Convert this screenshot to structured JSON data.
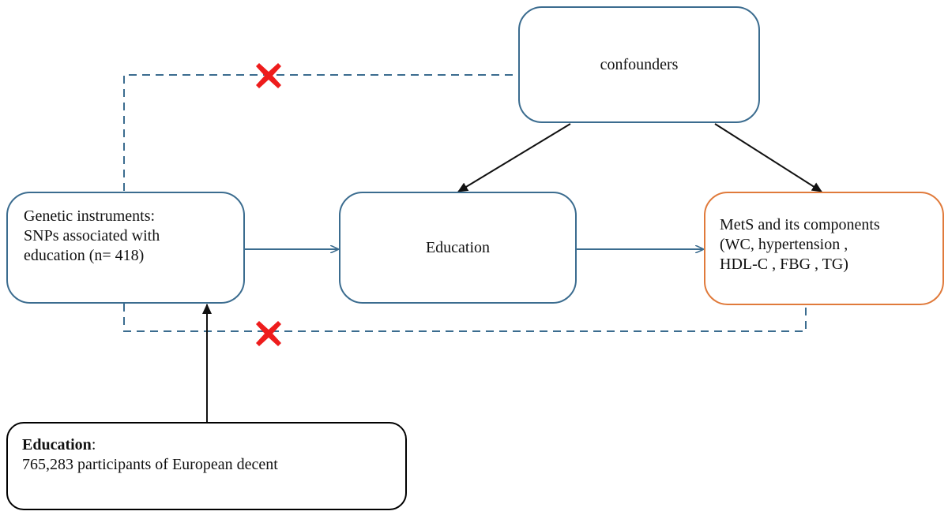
{
  "confounders": {
    "label": "confounders"
  },
  "instruments": {
    "line1": "Genetic instruments:",
    "line2": "SNPs associated with",
    "line3": "education (n= 418)"
  },
  "exposure": {
    "label": "Education"
  },
  "outcome": {
    "line1": "MetS and its components",
    "line2": "(WC, hypertension ,",
    "line3": "HDL-C , FBG , TG)"
  },
  "source": {
    "title": "Education",
    "title_suffix": ":",
    "detail": "765,283 participants of European decent"
  },
  "colors": {
    "blue_border": "#3b6c8f",
    "orange_border": "#e07a3b",
    "cross": "#ee1c1c"
  },
  "icons": {
    "violation_marker": "red-x-cross"
  }
}
